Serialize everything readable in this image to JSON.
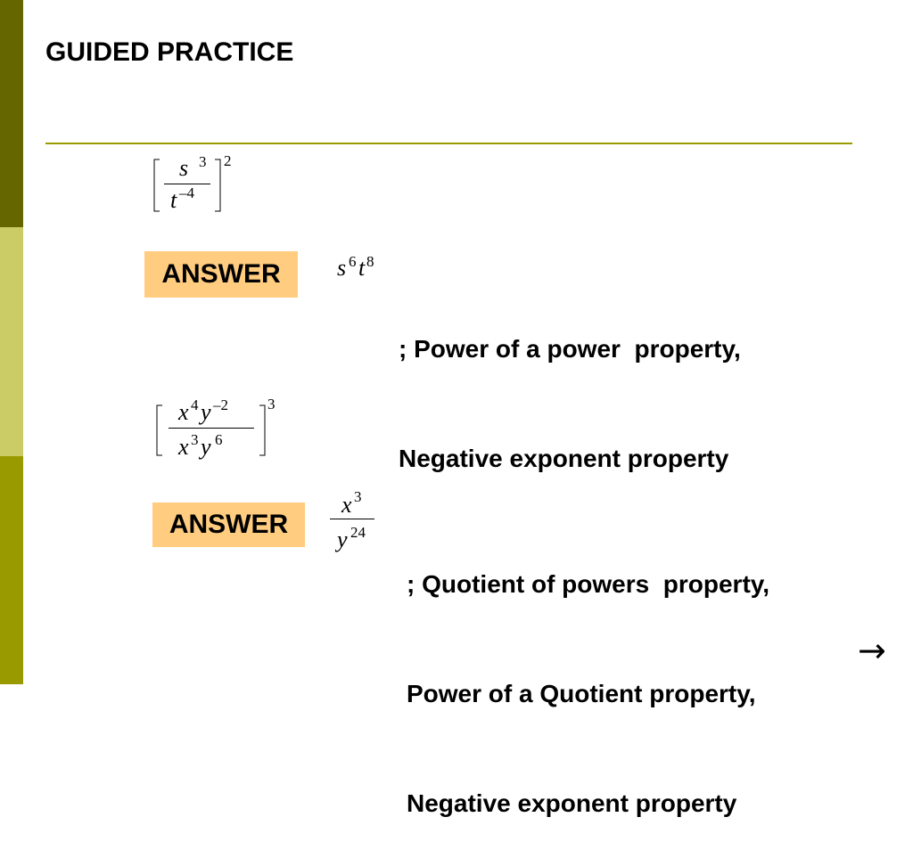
{
  "slide": {
    "title": "GUIDED PRACTICE"
  },
  "problem1": {
    "expression": {
      "numerator_base": "s",
      "numerator_exp": "3",
      "denominator_base": "t",
      "denominator_exp": "–4",
      "outer_exp": "2"
    },
    "answer_label": "ANSWER",
    "result": {
      "base1": "s",
      "exp1": "6",
      "base2": "t",
      "exp2": "8"
    },
    "reason_line1": "; Power of a power  property,",
    "reason_line2": "Negative exponent property"
  },
  "problem2": {
    "expression": {
      "num_base1": "x",
      "num_exp1": "4",
      "num_base2": "y",
      "num_exp2": "–2",
      "den_base1": "x",
      "den_exp1": "3",
      "den_base2": "y",
      "den_exp2": "6",
      "outer_exp": "3"
    },
    "answer_label": "ANSWER",
    "result": {
      "num_base": "x",
      "num_exp": "3",
      "den_base": "y",
      "den_exp": "24"
    },
    "reason_line1": "; Quotient of powers  property,",
    "reason_line2": "Power of a Quotient property,",
    "reason_line3": "Negative exponent property"
  },
  "navigation": {
    "next_icon": "right-arrow-icon",
    "next_glyph": "→"
  },
  "colors": {
    "sidebar_dark": "#666600",
    "sidebar_light": "#cccc66",
    "sidebar_mid": "#999900",
    "rule": "#999900",
    "answer_bg": "#ffcc80"
  }
}
